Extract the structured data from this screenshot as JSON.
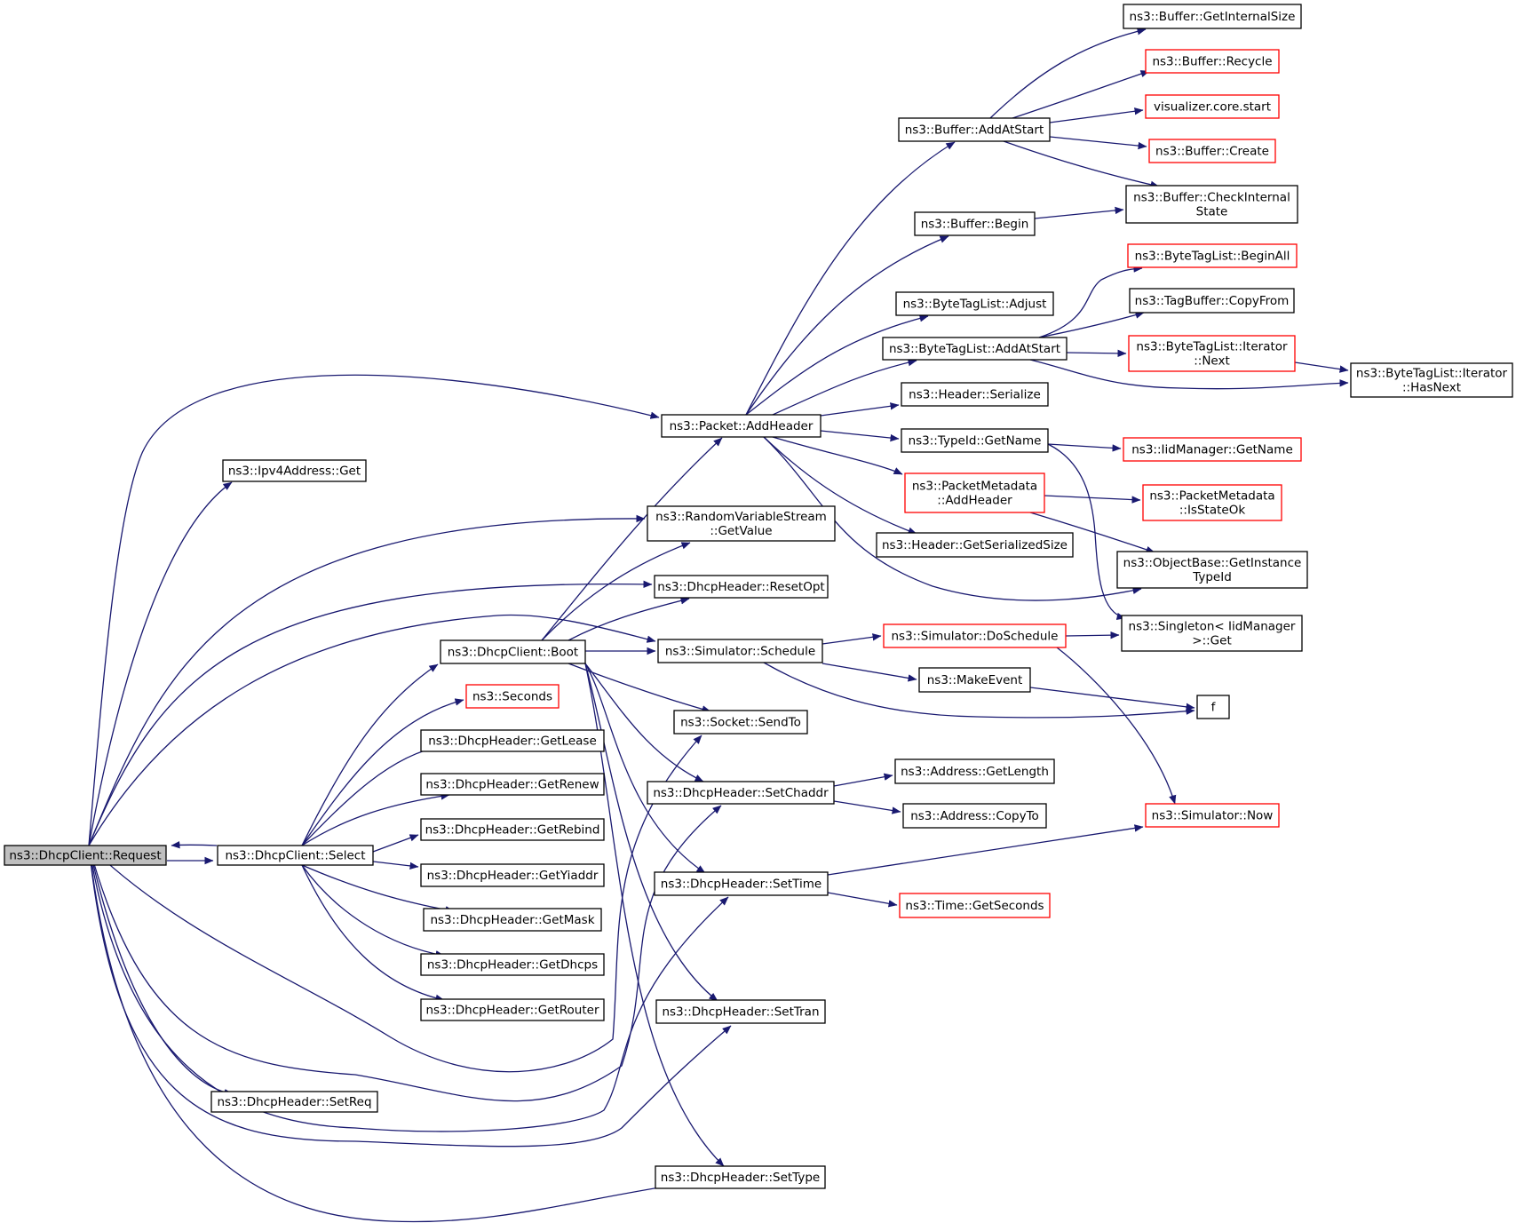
{
  "colors": {
    "edge": "#191970",
    "node_border": "#000000",
    "node_border_red": "#ff0000",
    "node_fill": "#ffffff",
    "root_fill": "#bfbfbf"
  },
  "nodes": [
    {
      "id": "request",
      "label": [
        "ns3::DhcpClient::Request"
      ],
      "red": false,
      "root": true
    },
    {
      "id": "select",
      "label": [
        "ns3::DhcpClient::Select"
      ],
      "red": false
    },
    {
      "id": "ipv4get",
      "label": [
        "ns3::Ipv4Address::Get"
      ],
      "red": false
    },
    {
      "id": "setreq",
      "label": [
        "ns3::DhcpHeader::SetReq"
      ],
      "red": false
    },
    {
      "id": "boot",
      "label": [
        "ns3::DhcpClient::Boot"
      ],
      "red": false
    },
    {
      "id": "seconds",
      "label": [
        "ns3::Seconds"
      ],
      "red": true
    },
    {
      "id": "getlease",
      "label": [
        "ns3::DhcpHeader::GetLease"
      ],
      "red": false
    },
    {
      "id": "getrenew",
      "label": [
        "ns3::DhcpHeader::GetRenew"
      ],
      "red": false
    },
    {
      "id": "getrebind",
      "label": [
        "ns3::DhcpHeader::GetRebind"
      ],
      "red": false
    },
    {
      "id": "getyiaddr",
      "label": [
        "ns3::DhcpHeader::GetYiaddr"
      ],
      "red": false
    },
    {
      "id": "getmask",
      "label": [
        "ns3::DhcpHeader::GetMask"
      ],
      "red": false
    },
    {
      "id": "getdhcps",
      "label": [
        "ns3::DhcpHeader::GetDhcps"
      ],
      "red": false
    },
    {
      "id": "getrouter",
      "label": [
        "ns3::DhcpHeader::GetRouter"
      ],
      "red": false
    },
    {
      "id": "addheader",
      "label": [
        "ns3::Packet::AddHeader"
      ],
      "red": false
    },
    {
      "id": "rvsgetvalue",
      "label": [
        "ns3::RandomVariableStream",
        "::GetValue"
      ],
      "red": false
    },
    {
      "id": "resetopt",
      "label": [
        "ns3::DhcpHeader::ResetOpt"
      ],
      "red": false
    },
    {
      "id": "schedule",
      "label": [
        "ns3::Simulator::Schedule"
      ],
      "red": false
    },
    {
      "id": "sendto",
      "label": [
        "ns3::Socket::SendTo"
      ],
      "red": false
    },
    {
      "id": "setchaddr",
      "label": [
        "ns3::DhcpHeader::SetChaddr"
      ],
      "red": false
    },
    {
      "id": "settime",
      "label": [
        "ns3::DhcpHeader::SetTime"
      ],
      "red": false
    },
    {
      "id": "settran",
      "label": [
        "ns3::DhcpHeader::SetTran"
      ],
      "red": false
    },
    {
      "id": "settype",
      "label": [
        "ns3::DhcpHeader::SetType"
      ],
      "red": false
    },
    {
      "id": "bufaddatstart",
      "label": [
        "ns3::Buffer::AddAtStart"
      ],
      "red": false
    },
    {
      "id": "bufbegin",
      "label": [
        "ns3::Buffer::Begin"
      ],
      "red": false
    },
    {
      "id": "btladjust",
      "label": [
        "ns3::ByteTagList::Adjust"
      ],
      "red": false
    },
    {
      "id": "btladdatstart",
      "label": [
        "ns3::ByteTagList::AddAtStart"
      ],
      "red": false
    },
    {
      "id": "hdrserialize",
      "label": [
        "ns3::Header::Serialize"
      ],
      "red": false
    },
    {
      "id": "typeidgetname",
      "label": [
        "ns3::TypeId::GetName"
      ],
      "red": false
    },
    {
      "id": "pmaddheader",
      "label": [
        "ns3::PacketMetadata",
        "::AddHeader"
      ],
      "red": true
    },
    {
      "id": "hdrgetsersize",
      "label": [
        "ns3::Header::GetSerializedSize"
      ],
      "red": false
    },
    {
      "id": "dosched",
      "label": [
        "ns3::Simulator::DoSchedule"
      ],
      "red": true
    },
    {
      "id": "makeevent",
      "label": [
        "ns3::MakeEvent"
      ],
      "red": false
    },
    {
      "id": "addrgetlen",
      "label": [
        "ns3::Address::GetLength"
      ],
      "red": false
    },
    {
      "id": "addrcopyto",
      "label": [
        "ns3::Address::CopyTo"
      ],
      "red": false
    },
    {
      "id": "timegetsec",
      "label": [
        "ns3::Time::GetSeconds"
      ],
      "red": true
    },
    {
      "id": "bufgetintsize",
      "label": [
        "ns3::Buffer::GetInternalSize"
      ],
      "red": false
    },
    {
      "id": "bufrecycle",
      "label": [
        "ns3::Buffer::Recycle"
      ],
      "red": true
    },
    {
      "id": "vizstart",
      "label": [
        "visualizer.core.start"
      ],
      "red": true
    },
    {
      "id": "bufcreate",
      "label": [
        "ns3::Buffer::Create"
      ],
      "red": true
    },
    {
      "id": "bufcheck",
      "label": [
        "ns3::Buffer::CheckInternal",
        "State"
      ],
      "red": false
    },
    {
      "id": "btlbeginall",
      "label": [
        "ns3::ByteTagList::BeginAll"
      ],
      "red": true
    },
    {
      "id": "tbcopyfrom",
      "label": [
        "ns3::TagBuffer::CopyFrom"
      ],
      "red": false
    },
    {
      "id": "btlitnext",
      "label": [
        "ns3::ByteTagList::Iterator",
        "::Next"
      ],
      "red": true
    },
    {
      "id": "btlithasnext",
      "label": [
        "ns3::ByteTagList::Iterator",
        "::HasNext"
      ],
      "red": false
    },
    {
      "id": "iidgetname",
      "label": [
        "ns3::IidManager::GetName"
      ],
      "red": true
    },
    {
      "id": "pmisstateok",
      "label": [
        "ns3::PacketMetadata",
        "::IsStateOk"
      ],
      "red": true
    },
    {
      "id": "objgettypeid",
      "label": [
        "ns3::ObjectBase::GetInstance",
        "TypeId"
      ],
      "red": false
    },
    {
      "id": "singletonget",
      "label": [
        "ns3::Singleton< IidManager",
        ">::Get"
      ],
      "red": false
    },
    {
      "id": "f",
      "label": [
        "f"
      ],
      "red": false
    },
    {
      "id": "simnow",
      "label": [
        "ns3::Simulator::Now"
      ],
      "red": true
    }
  ],
  "edges": [
    {
      "from": "request",
      "to": "select"
    },
    {
      "from": "select",
      "to": "request"
    },
    {
      "from": "request",
      "to": "ipv4get"
    },
    {
      "from": "request",
      "to": "addheader"
    },
    {
      "from": "request",
      "to": "rvsgetvalue"
    },
    {
      "from": "request",
      "to": "resetopt"
    },
    {
      "from": "request",
      "to": "schedule"
    },
    {
      "from": "request",
      "to": "sendto"
    },
    {
      "from": "request",
      "to": "setchaddr"
    },
    {
      "from": "request",
      "to": "settime"
    },
    {
      "from": "request",
      "to": "settran"
    },
    {
      "from": "request",
      "to": "settype"
    },
    {
      "from": "request",
      "to": "setreq"
    },
    {
      "from": "select",
      "to": "boot"
    },
    {
      "from": "select",
      "to": "seconds"
    },
    {
      "from": "select",
      "to": "getlease"
    },
    {
      "from": "select",
      "to": "getrenew"
    },
    {
      "from": "select",
      "to": "getrebind"
    },
    {
      "from": "select",
      "to": "getyiaddr"
    },
    {
      "from": "select",
      "to": "getmask"
    },
    {
      "from": "select",
      "to": "getdhcps"
    },
    {
      "from": "select",
      "to": "getrouter"
    },
    {
      "from": "boot",
      "to": "addheader"
    },
    {
      "from": "boot",
      "to": "rvsgetvalue"
    },
    {
      "from": "boot",
      "to": "resetopt"
    },
    {
      "from": "boot",
      "to": "schedule"
    },
    {
      "from": "boot",
      "to": "sendto"
    },
    {
      "from": "boot",
      "to": "setchaddr"
    },
    {
      "from": "boot",
      "to": "settime"
    },
    {
      "from": "boot",
      "to": "settran"
    },
    {
      "from": "boot",
      "to": "settype"
    },
    {
      "from": "addheader",
      "to": "bufaddatstart"
    },
    {
      "from": "addheader",
      "to": "bufbegin"
    },
    {
      "from": "addheader",
      "to": "btladjust"
    },
    {
      "from": "addheader",
      "to": "btladdatstart"
    },
    {
      "from": "addheader",
      "to": "hdrserialize"
    },
    {
      "from": "addheader",
      "to": "typeidgetname"
    },
    {
      "from": "addheader",
      "to": "pmaddheader"
    },
    {
      "from": "addheader",
      "to": "hdrgetsersize"
    },
    {
      "from": "addheader",
      "to": "objgettypeid"
    },
    {
      "from": "schedule",
      "to": "dosched"
    },
    {
      "from": "schedule",
      "to": "makeevent"
    },
    {
      "from": "schedule",
      "to": "f"
    },
    {
      "from": "setchaddr",
      "to": "addrgetlen"
    },
    {
      "from": "setchaddr",
      "to": "addrcopyto"
    },
    {
      "from": "settime",
      "to": "simnow"
    },
    {
      "from": "settime",
      "to": "timegetsec"
    },
    {
      "from": "bufaddatstart",
      "to": "bufgetintsize"
    },
    {
      "from": "bufaddatstart",
      "to": "bufrecycle"
    },
    {
      "from": "bufaddatstart",
      "to": "vizstart"
    },
    {
      "from": "bufaddatstart",
      "to": "bufcreate"
    },
    {
      "from": "bufaddatstart",
      "to": "bufcheck"
    },
    {
      "from": "bufbegin",
      "to": "bufcheck"
    },
    {
      "from": "btladdatstart",
      "to": "btlbeginall"
    },
    {
      "from": "btladdatstart",
      "to": "tbcopyfrom"
    },
    {
      "from": "btladdatstart",
      "to": "btlitnext"
    },
    {
      "from": "btladdatstart",
      "to": "btlithasnext"
    },
    {
      "from": "btlitnext",
      "to": "btlithasnext"
    },
    {
      "from": "typeidgetname",
      "to": "iidgetname"
    },
    {
      "from": "typeidgetname",
      "to": "singletonget"
    },
    {
      "from": "pmaddheader",
      "to": "pmisstateok"
    },
    {
      "from": "pmaddheader",
      "to": "objgettypeid"
    },
    {
      "from": "dosched",
      "to": "singletonget"
    },
    {
      "from": "dosched",
      "to": "simnow"
    },
    {
      "from": "makeevent",
      "to": "f"
    }
  ]
}
